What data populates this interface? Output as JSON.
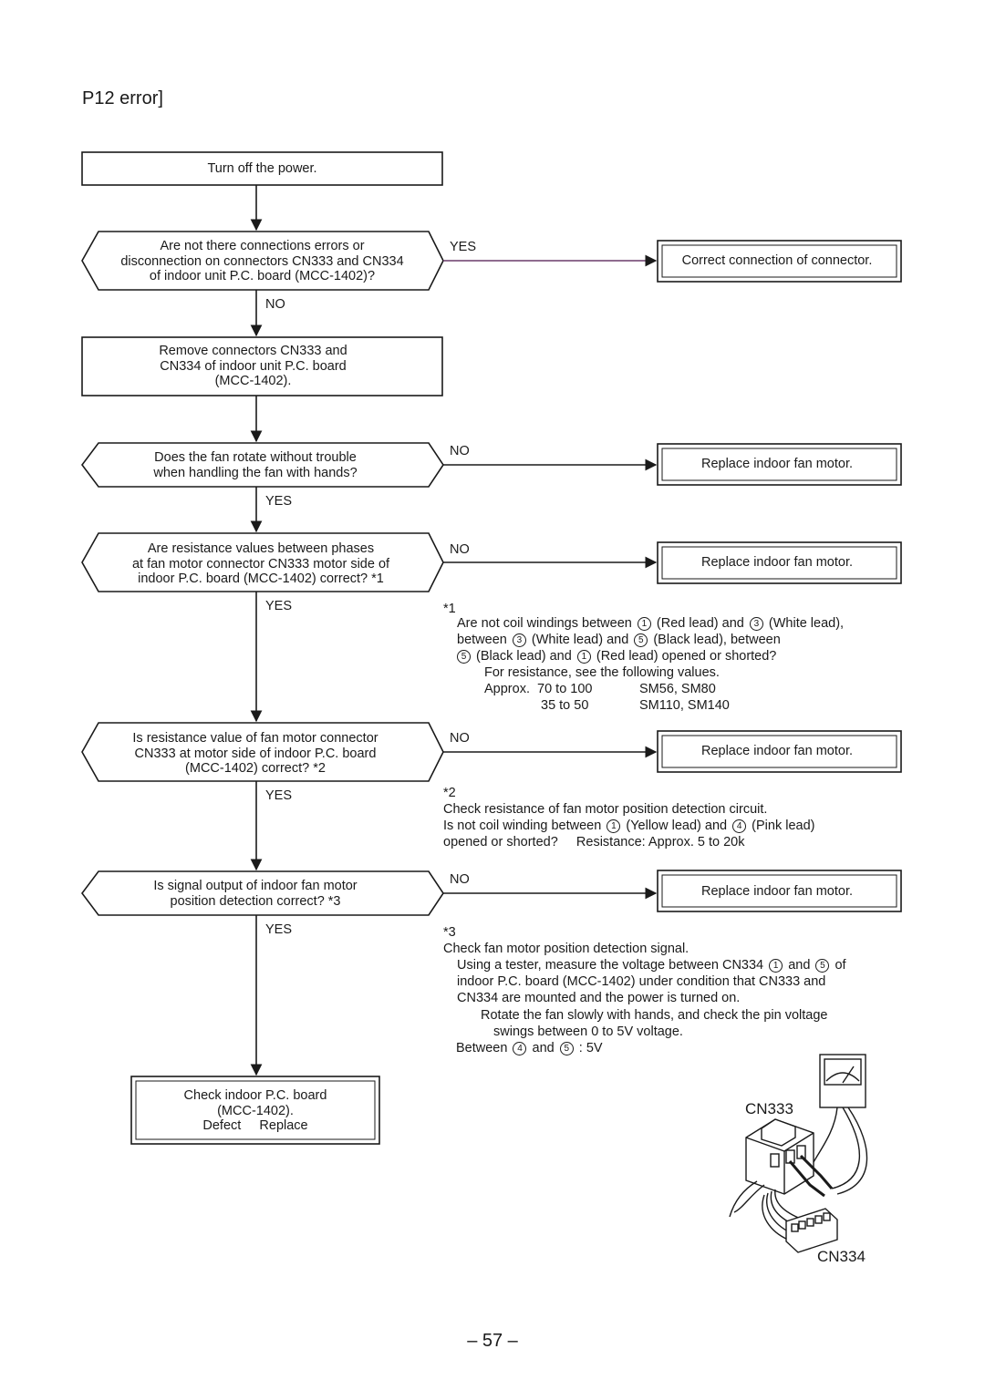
{
  "page": {
    "title": "P12 error]",
    "page_number": "– 57 –"
  },
  "flow": {
    "start": "Turn off the power.",
    "q1": [
      "Are not there connections errors or",
      "disconnection on connectors CN333 and CN334",
      "of indoor unit P.C. board (MCC-1402)?"
    ],
    "q1_yes_action": "Correct connection of connector.",
    "step2": [
      "Remove connectors CN333 and",
      "CN334 of indoor unit P.C. board",
      "(MCC-1402)."
    ],
    "q2": [
      "Does the fan rotate without trouble",
      "when handling the fan with hands?"
    ],
    "q3": [
      "Are resistance values between phases",
      "at fan motor connector CN333 motor side of",
      "indoor P.C. board (MCC-1402) correct? *1"
    ],
    "q4": [
      "Is resistance value of fan motor connector",
      "CN333 at motor side of indoor P.C. board",
      "(MCC-1402) correct? *2"
    ],
    "q5": [
      "Is signal output of indoor fan motor",
      "position detection correct? *3"
    ],
    "replace_motor": "Replace indoor fan motor.",
    "end": [
      "Check indoor P.C. board",
      "(MCC-1402).",
      "Defect     Replace"
    ],
    "labels": {
      "yes": "YES",
      "no": "NO"
    }
  },
  "notes": {
    "n1": {
      "mark": "*1",
      "l1a": "Are not coil windings between",
      "c1": "1",
      "l1b": "(Red lead) and",
      "c3": "3",
      "l1c": "(White lead),",
      "l2a": "between",
      "c3b": "3",
      "l2b": "(White lead) and",
      "c5": "5",
      "l2c": "(Black lead), between",
      "c5b": "5",
      "l3a": "(Black lead) and",
      "c1b": "1",
      "l3b": "(Red lead) opened or shorted?",
      "l4": "For resistance, see the following values.",
      "r1a": "Approx.  70 to 100",
      "r1b": "SM56, SM80",
      "r2a": "35 to 50",
      "r2b": "SM110, SM140"
    },
    "n2": {
      "mark": "*2",
      "l1": "Check resistance of fan motor position detection circuit.",
      "l2a": "Is not coil winding between",
      "c1": "1",
      "l2b": "(Yellow lead) and",
      "c4": "4",
      "l2c": "(Pink lead)",
      "l3": "opened or shorted?     Resistance: Approx. 5 to 20k"
    },
    "n3": {
      "mark": "*3",
      "l1": "Check fan motor position detection signal.",
      "l2a": "Using a tester, measure the voltage between CN334",
      "c1": "1",
      "l2b": "and",
      "c5": "5",
      "l2c": "of",
      "l3": "indoor P.C. board (MCC-1402) under condition that CN333 and",
      "l4": "CN334 are mounted and the power is turned on.",
      "l5": "Rotate the fan slowly with hands, and check the pin voltage",
      "l6": "swings between 0 to 5V voltage.",
      "l7a": "Between",
      "c4": "4",
      "l7b": "and",
      "c5b": "5",
      "l7c": ": 5V"
    }
  },
  "illustration": {
    "label_cn333": "CN333",
    "label_cn334": "CN334"
  }
}
